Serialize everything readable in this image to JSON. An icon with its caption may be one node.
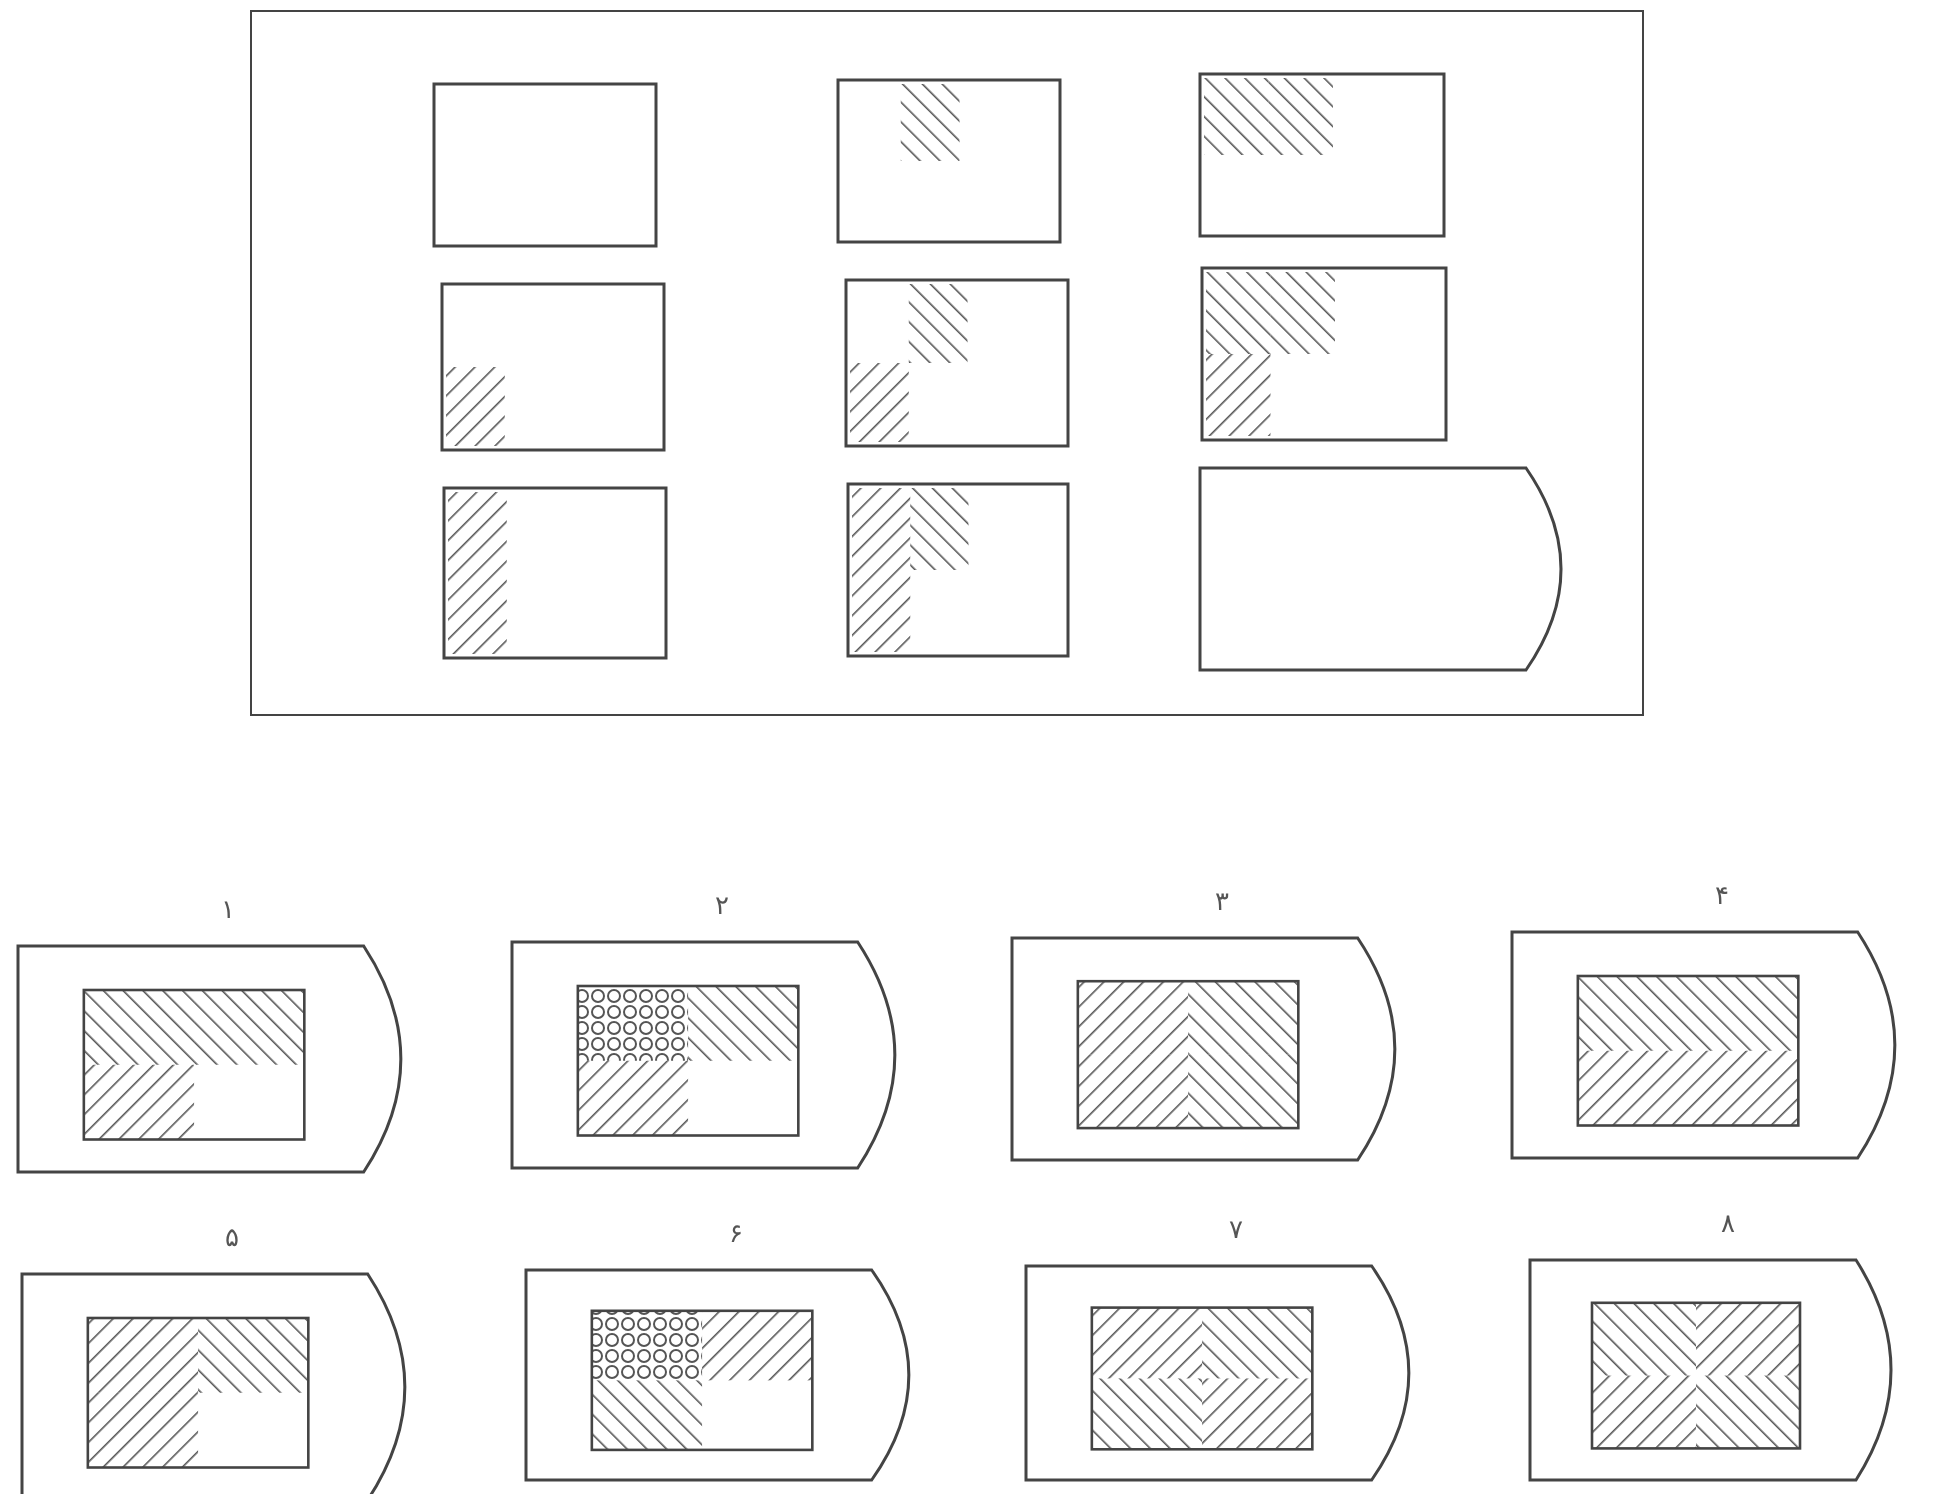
{
  "diagram": {
    "nodes": [
      {
        "text": [],
        "shape": "box"
      },
      {
        "text": [],
        "shape": "box",
        "in": 0
      },
      {
        "text": [],
        "shape": "box",
        "in": 0
      },
      {
        "text": [],
        "shape": "box",
        "in": 0
      },
      {
        "text": [],
        "shape": "box",
        "in": 0
      },
      {
        "text": [],
        "shape": "box",
        "in": 0
      },
      {
        "text": [],
        "shape": "box",
        "in": 0
      },
      {
        "text": [],
        "shape": "box",
        "in": 0
      },
      {
        "text": [],
        "shape": "box",
        "in": 0
      },
      {
        "text": [],
        "shape": "pentagon",
        "in": 0
      },
      {
        "text": [
          "۱"
        ]
      },
      {
        "text": [
          "۲"
        ]
      },
      {
        "text": [
          "۳"
        ]
      },
      {
        "text": [
          "۴"
        ]
      },
      {
        "text": [
          "۵"
        ]
      },
      {
        "text": [
          "۶"
        ]
      },
      {
        "text": [
          "۷"
        ]
      },
      {
        "text": [
          "۸"
        ]
      }
    ]
  }
}
